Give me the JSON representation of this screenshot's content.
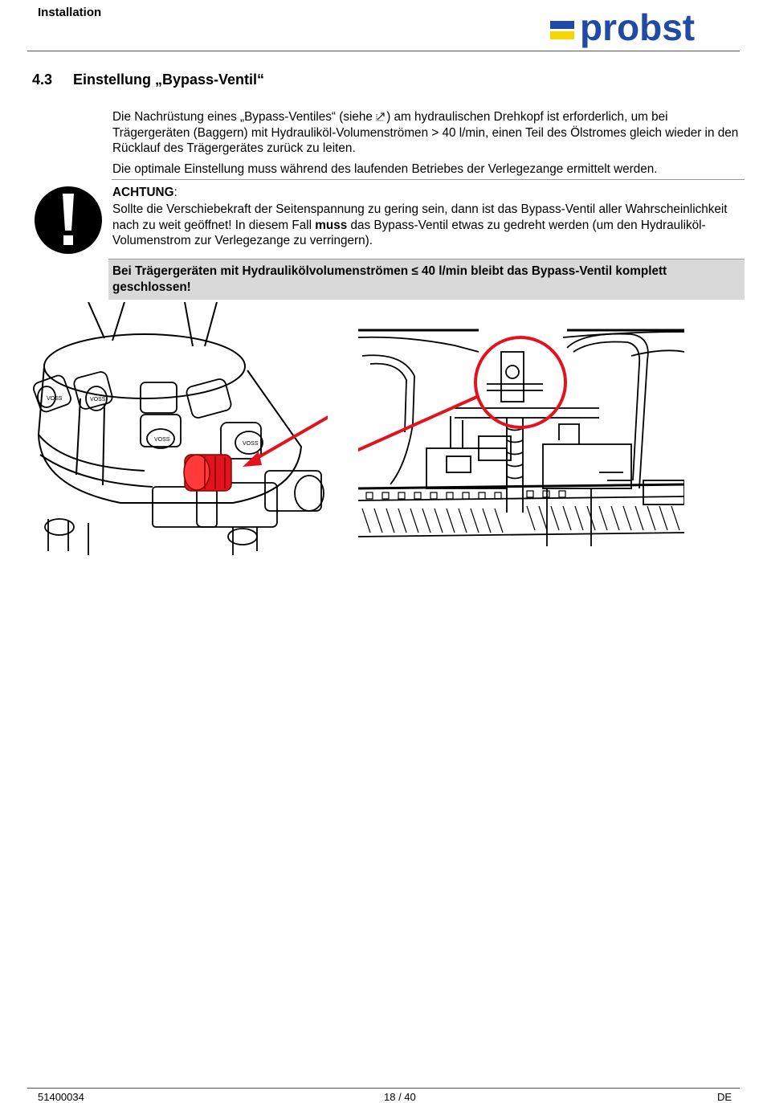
{
  "header": {
    "section_label": "Installation",
    "logo_text": "probst",
    "brand_blue": "#1f4ba5",
    "brand_yellow": "#f7d600"
  },
  "section": {
    "number": "4.3",
    "title": "Einstellung „Bypass-Ventil“"
  },
  "body": {
    "p1_before": "Die Nachrüstung eines „Bypass-Ventiles“ (siehe ",
    "p1_link_icon": "external-link-icon",
    "p1_after": ") am hydraulischen Drehkopf ist erforderlich, um bei Trägergeräten (Baggern) mit Hydrauliköl-Volumenströmen > 40 l/min, einen Teil des Ölstromes gleich wieder in den Rücklauf des Trägergerätes zurück zu leiten.",
    "p2": "Die optimale Einstellung muss während des laufenden Betriebes der Verlegezange ermittelt werden."
  },
  "warning": {
    "icon": "exclamation-icon",
    "heading": "ACHTUNG",
    "heading_colon": ":",
    "text_before": "Sollte die Verschiebekraft der Seitenspannung zu gering sein, dann ist das Bypass-Ventil aller Wahrscheinlichkeit nach zu weit geöffnet! In diesem Fall ",
    "text_bold": "muss",
    "text_after": " das Bypass-Ventil etwas zu gedreht werden (um den Hydrauliköl-Volumenstrom zur Verlegezange zu verringern)."
  },
  "note": {
    "text": "Bei Trägergeräten mit Hydraulikölvolumenströmen ≤ 40 l/min bleibt das Bypass-Ventil komplett geschlossen!"
  },
  "figures": {
    "left_icon": "hydraulic-rotator-valve-drawing",
    "right_icon": "laying-clamp-machine-drawing",
    "highlight_color": "#e0141e"
  },
  "footer": {
    "doc_number": "51400034",
    "page": "18 / 40",
    "language": "DE"
  }
}
